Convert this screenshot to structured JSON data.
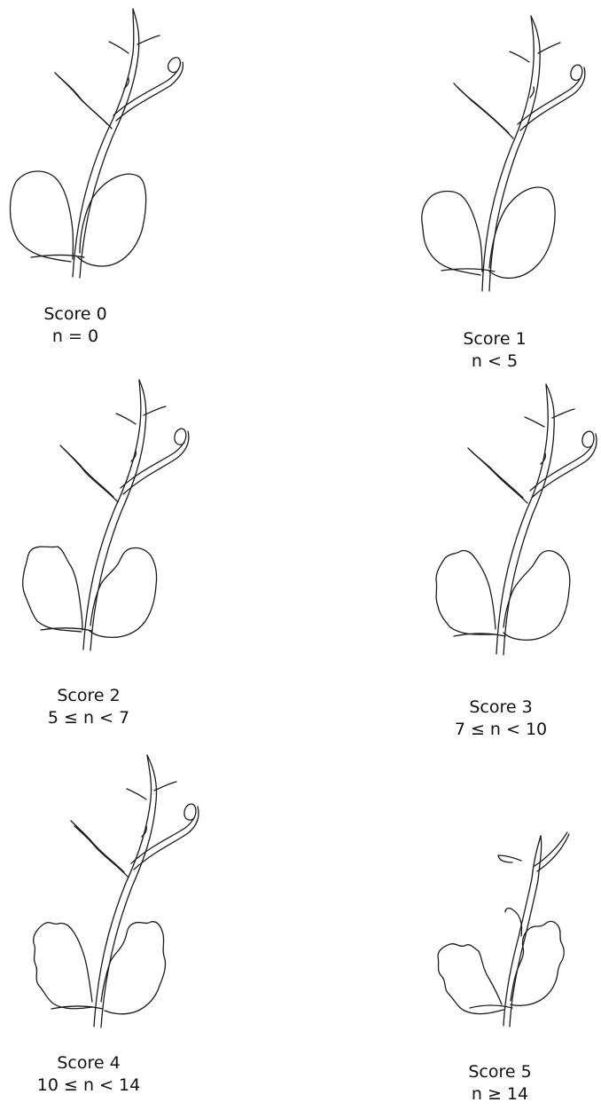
{
  "figure": {
    "panels": [
      {
        "score_label": "Score 0",
        "range_label": "n = 0",
        "serration": "none"
      },
      {
        "score_label": "Score 1",
        "range_label": "n < 5",
        "serration": "slight"
      },
      {
        "score_label": "Score 2",
        "range_label": "5 ≤ n < 7",
        "serration": "moderate"
      },
      {
        "score_label": "Score 3",
        "range_label": "7 ≤ n < 10",
        "serration": "marked"
      },
      {
        "score_label": "Score 4",
        "range_label": "10 ≤ n < 14",
        "serration": "strong"
      },
      {
        "score_label": "Score 5",
        "range_label": "n ≥ 14",
        "serration": "severe"
      }
    ],
    "colors": {
      "ink": "#1a1a1a",
      "background": "#ffffff"
    }
  }
}
